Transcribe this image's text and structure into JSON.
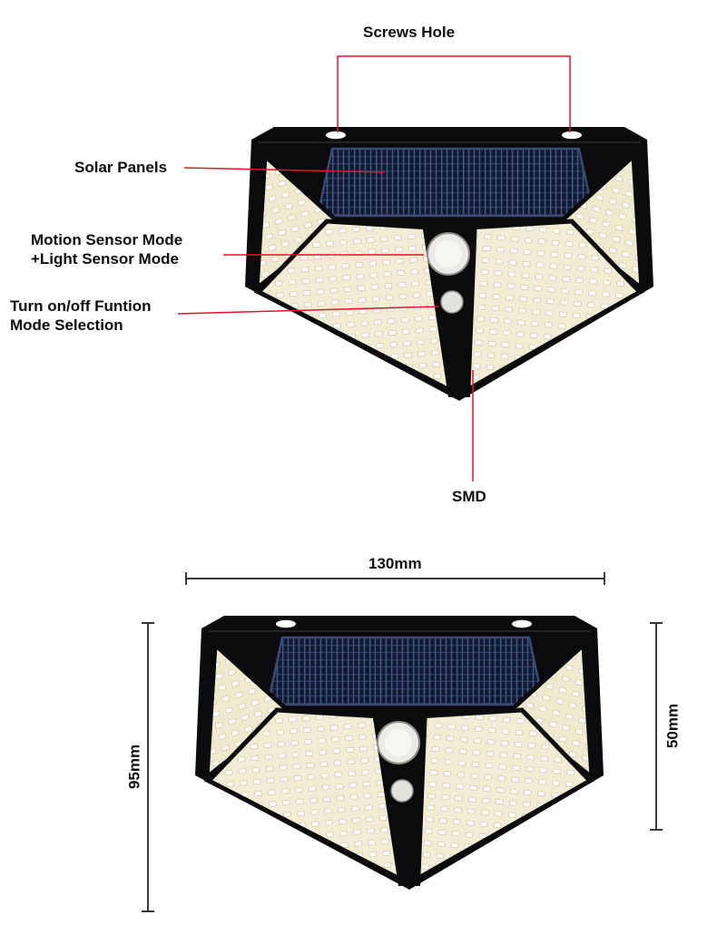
{
  "annotations": {
    "screws_hole": "Screws Hole",
    "solar_panels": "Solar Panels",
    "motion_sensor": {
      "line1": "Motion Sensor Mode",
      "line2": "+Light Sensor Mode"
    },
    "mode_selection": {
      "line1": "Turn on/off Funtion",
      "line2": "Mode Selection"
    },
    "smd": "SMD"
  },
  "dimensions": {
    "width": "130mm",
    "height_total": "95mm",
    "height_side": "50mm"
  },
  "colors": {
    "annotation_line": "#e8112d",
    "dimension_line": "#1b1b1b",
    "label_text": "#0e0e0e",
    "lamp_body": "#0b0b0d",
    "solar_panel": "#111a2e",
    "solar_grid": "#44598c",
    "led_panel": "#efe9cf",
    "background": "#ffffff"
  }
}
